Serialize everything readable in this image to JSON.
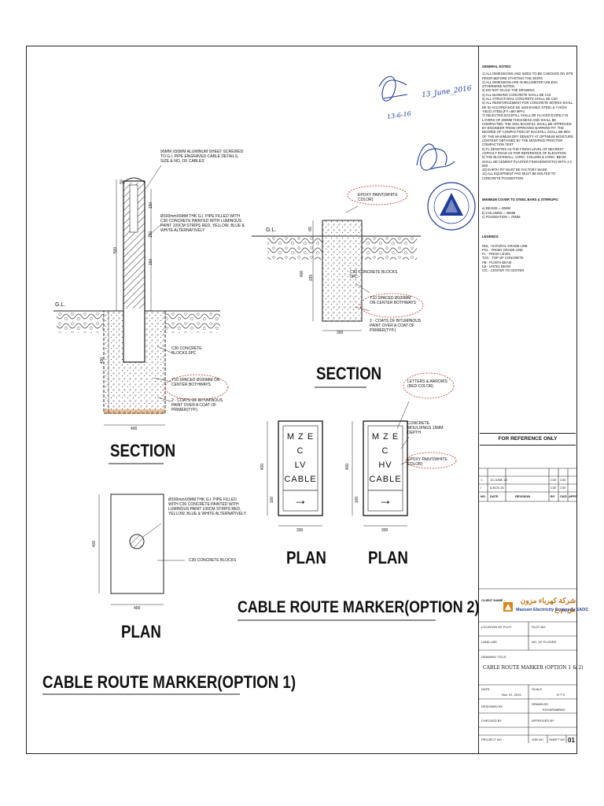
{
  "general_notes": {
    "heading": "GENERAL NOTES:",
    "items": [
      "1) ALL DIMENSIONS AND SIZES TO BE CHECKED ON SITE PRIOR BEFORE STARTING THE WORK",
      "2) ALL DIMENSION ARE IN MILLIMETER UNLESS OTHERWISE NOTED.",
      "3) DO NOT SCALE THE DRAWING.",
      "4) ALL BLINDING CONCRETE SHALL BE C15",
      "5) ALL STRUCTURAL CONCRETE SHALL BE C40",
      "6) ALL REINFORCEMENT FOR CONCRETE WORKS SHALL BE IN ACCORDANCE BS 4449 B-MILD STEEL & Y-HIGH YIELD STEEL(FY=460 MPA)",
      "7) SELECTED BACKFILL SHALL BE PLACED EVENLY IN LAYERS OF 200MM THICKNESS AND SHALL BE COMPACTED. THE SOIL BACKFILL SHALL BE APPROVED BY ENGINEER FROM APPROVED BARROW PIT. THE DEGREE OF COMPACTION OF BACKFILL SHALL BE 95% OF THE MAXIMUM DRY DENSITY AT OPTIMUM MOISTURE CONTENT OBTAINED BY THE MODIFIED PROCTOR COMPACTION TEST",
      "8) FL DENOTES AS THE FINISH LEVEL OF NEAREST ASPHALT ROAD AS FOR REFERENCE OF ELEVATION.",
      "9) THE BLOCKWALL, CONC. COLUMN & CONC. BEAM SHALL BE CEMENT PLASTER FINISH(SMOOTH) WITH 1:4 MIX",
      "10) EARTH PIT MUST BE FACTORY MADE",
      "11) ALL EQUIPMENT PAD MUST BE BOLTED TO CONCRETE FOUNDATION"
    ],
    "cover_heading": "MINIMUM COVER TO STEEL BARS & STIRRUPS:",
    "cover_items": [
      "a) BEAMS = 40MM",
      "b) COLUMNS = 40MM",
      "c) FOUNDATION = 75MM"
    ],
    "legends_heading": "LEGENDS:",
    "legends": [
      "NGL - NATURAL GRADE LINE",
      "FGL - FINISH GRADE LINE",
      "FL - FINISH LEVEL",
      "TOC - TOP OF CONCRETE",
      "PB - PLINTH BEAM",
      "LB - LINTEL BEAM",
      "C/C - CENTER TO CENTER"
    ]
  },
  "reference_stamp": "FOR REFERENCE ONLY",
  "signature_dates": [
    "13_June_2016",
    "13-6-16"
  ],
  "revisions": {
    "rows": [
      {
        "no": "1",
        "date": "13-JUNE-16",
        "by": "C30",
        "chk": "C30"
      },
      {
        "no": "I",
        "date": "8-NOV-15",
        "by": "C30",
        "chk": "C30"
      }
    ],
    "headers": [
      "NO",
      "DATE",
      "REVISION",
      "BY",
      "CKD",
      "APPD"
    ]
  },
  "client": {
    "label": "CLIENT NAME :",
    "company_arabic": "شركة كهرباء مزون ش.م.ع",
    "company_english": "Mazoon Electricity Company SAOC"
  },
  "location_fields": {
    "location_of_plot": "LOCATION OF PLOT",
    "plot_no": "PLOT NO",
    "land_use": "LAND USE",
    "no_of_floors": "NO. OF FLOORS"
  },
  "drawing": {
    "title_label": "DRAWING TITLE:",
    "title": "CABLE ROUTE MARKER (OPTION 1 & 2)",
    "date_label": "DATE",
    "date": "Nov. 01, 2015",
    "scale_label": "SCALE",
    "scale": "N T S",
    "designed_by": "DESIGNED BY",
    "drawn_by": "DRAWN BY",
    "drawn_by_name": "EDGARAMBAD",
    "checked_by": "CHECKED BY",
    "approved_by": "APPROVED BY",
    "project_no": "PROJECT NO :",
    "job_no": "JOB NO",
    "sheet_no_label": "SHEET NO",
    "sheet_no": "01"
  },
  "option1": {
    "title": "CABLE ROUTE MARKER(OPTION 1)",
    "section_title": "SECTION",
    "plan_title": "PLAN",
    "note_sheet": "90MM X50MM ALUMINUM SHEET SCREWED TO G.I. PIPE ENGRAVED CABLE DETAILS, SIZE & NO. OF CABLES",
    "note_pipe": "Ø100mmX6MM THK G.I. PIPE FILLED WITH C30 CONCRETE PAINTED WITH LUMINOUS PAINT 100CM STRIPS RED, YELLOW, BLUE & WHITE ALTERNATIVELY",
    "note_blocks": "C30 CONCRETE BLOCKS 0PC",
    "note_rebar": "Y10 SPACED Ø100MM ON CENTER BOTHWAYS",
    "note_bitumen": "2 - COATS OF BITUMINOUS PAINT OVER A COAT OF PRIMER(TYP.)",
    "plan_note_pipe": "Ø100mmX6MM THK G.I. PIPE FILLED WITH C30 CONCRETE PAINTED WITH LUMINOUS PAINT 100CM STRIPS RED, YELLOW, BLUE & WHITE ALTERNATIVELY",
    "plan_note_blocks": "C30 CONCRETE BLOCKS",
    "gl": "G.L.",
    "dims": {
      "top": "50",
      "d1": "150",
      "d2": "150",
      "d3": "150",
      "height": "500",
      "base_depth": "400",
      "base_width": "400",
      "plan_w": "400",
      "plan_h": "400"
    }
  },
  "option2": {
    "title": "CABLE ROUTE MARKER(OPTION 2)",
    "section_title": "SECTION",
    "plan_titles": [
      "PLAN",
      "PLAN"
    ],
    "note_paint": "EPOXY PAINT(WHITE COLOR)",
    "note_blocks": "C30 CONCRETE BLOCKS 0PC",
    "note_rebar": "Y10 SPACED Ø100MM ON CENTER BOTHWAYS",
    "note_bitumen": "2 - COATS OF BITUMINOUS PAINT OVER A COAT OF PRIMER(TYP.)",
    "note_letters": "LETTERS & ARROWS (RED COLOR)",
    "note_mouldings": "CONCRETE MOULDINGS 15MM DEPTH",
    "note_epoxy2": "EPOXY PAINT(WHITE COLOR)",
    "gl": "G.L.",
    "dims": {
      "top": "65",
      "total": "400",
      "below": "335",
      "width": "300",
      "plan_h": "400",
      "arrow_h": "100",
      "plan_w": "300"
    },
    "lv_label": [
      "M Z E C",
      "LV",
      "CABLE"
    ],
    "hv_label": [
      "M Z E C",
      "HV",
      "CABLE"
    ],
    "arrow": "→"
  }
}
